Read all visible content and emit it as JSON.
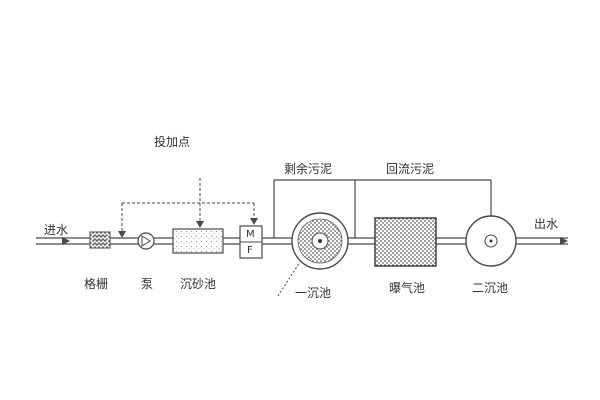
{
  "labels": {
    "dosing_point": "投加点",
    "inlet": "进水",
    "outlet": "出水",
    "excess_sludge": "剩余污泥",
    "return_sludge": "回流污泥",
    "screen": "格栅",
    "pump": "泵",
    "grit_chamber": "沉砂池",
    "primary_clarifier": "一沉池",
    "aeration_tank": "曝气池",
    "secondary_clarifier": "二沉池"
  },
  "mixer_letters": {
    "top": "M",
    "bottom": "F"
  },
  "colors": {
    "line": "#4a4a4a",
    "text": "#333333",
    "paper": "#ffffff"
  }
}
